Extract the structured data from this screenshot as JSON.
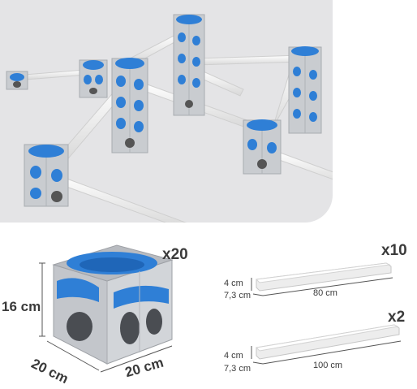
{
  "hero": {
    "scene": "marble-run-assembly-photo"
  },
  "cube": {
    "quantity": "x20",
    "height": "16 cm",
    "depth": "20 cm",
    "width": "20 cm"
  },
  "rail_long": {
    "quantity": "x2",
    "height": "4 cm",
    "width": "7,3 cm",
    "length": "100 cm"
  },
  "rail_short": {
    "quantity": "x10",
    "height": "4 cm",
    "width": "7,3 cm",
    "length": "80 cm"
  },
  "colors": {
    "block_gray": "#c9ccd0",
    "block_blue": "#2f7fd6",
    "rail_white": "#f4f4f4",
    "background": "#e4e4e6"
  }
}
